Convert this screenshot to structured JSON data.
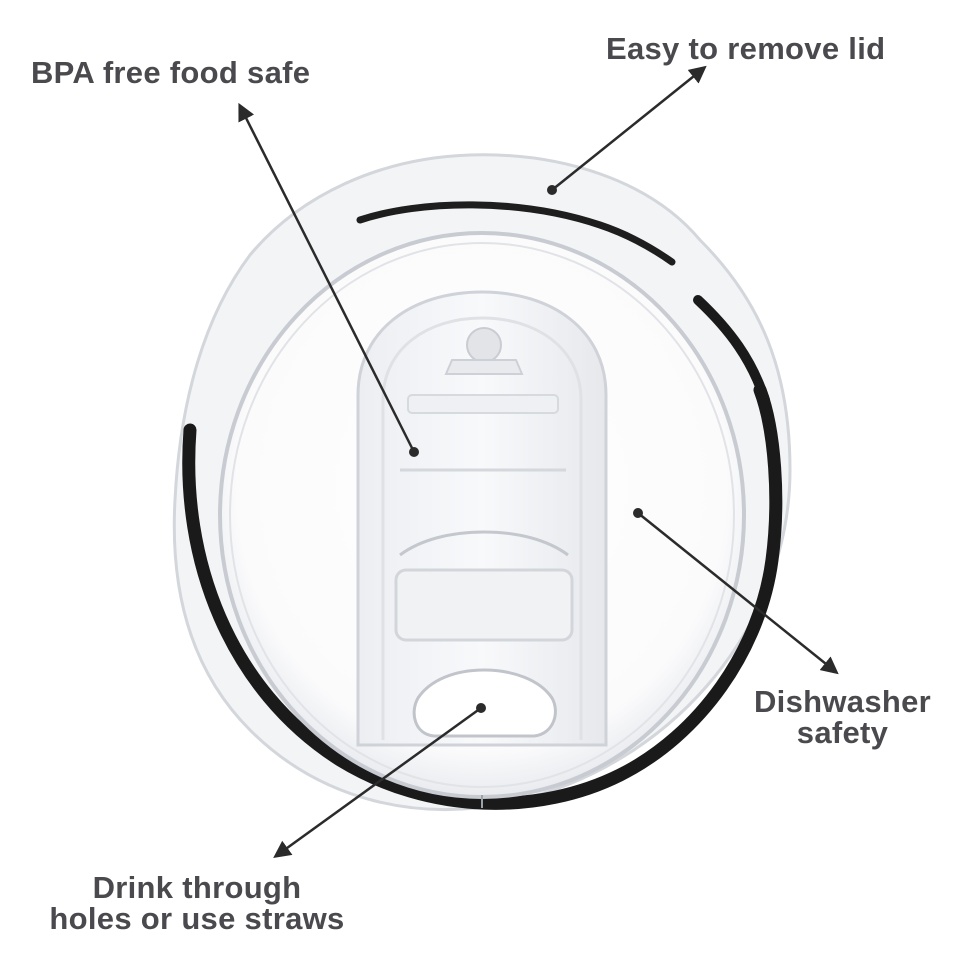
{
  "colors": {
    "background": "#ffffff",
    "label_text": "#4a4a4e",
    "arrow": "#2b2b2b",
    "lid_rim_dark": "#1a1a1a",
    "lid_clear": "#eef0f3",
    "lid_edge": "#c9ccd2"
  },
  "callouts": {
    "bpa": {
      "text": "BPA free food  safe"
    },
    "remove": {
      "text": "Easy to remove lid"
    },
    "dishwasher": {
      "line1": "Dishwasher",
      "line2": "safety"
    },
    "drink": {
      "line1": "Drink through",
      "line2": "holes or use straws"
    }
  },
  "icons": {
    "product": "tumbler-lid-illustration",
    "arrow": "arrow-head-icon"
  }
}
